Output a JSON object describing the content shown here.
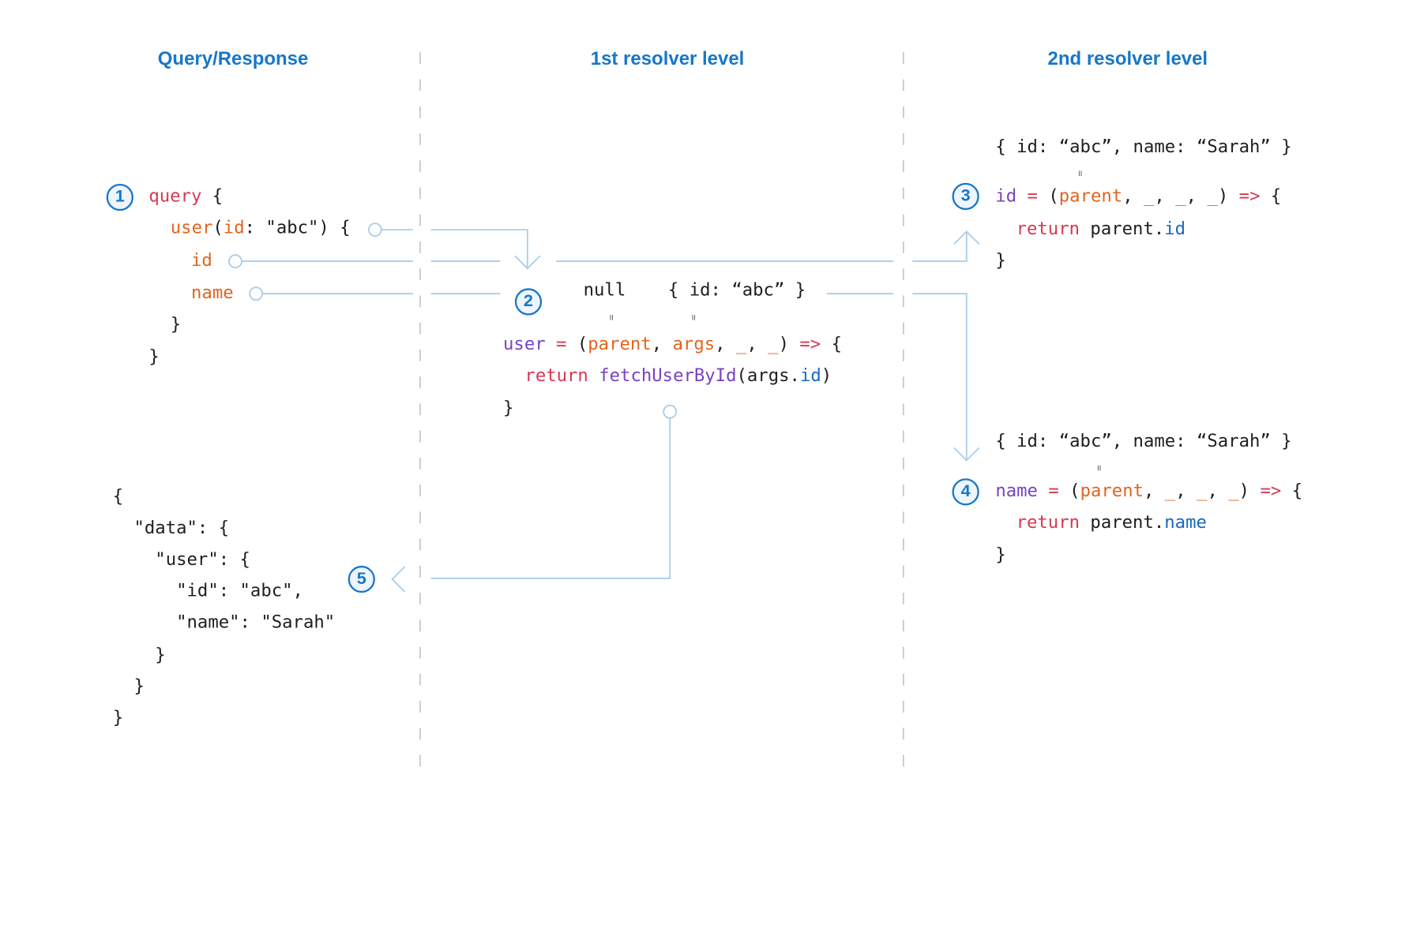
{
  "headings": {
    "col1": "Query/Response",
    "col2": "1st resolver level",
    "col3": "2nd resolver level"
  },
  "steps": [
    "1",
    "2",
    "3",
    "4",
    "5"
  ],
  "query": {
    "query_kw": "query",
    "user_field": "user",
    "arg_name": "id",
    "arg_value": "\"abc\"",
    "id_field": "id",
    "name_field": "name"
  },
  "resolver1": {
    "parent_value": "null",
    "args_value": "{ id: “abc” }",
    "var": "user",
    "p1": "parent",
    "p2": "args",
    "return_kw": "return",
    "fn": "fetchUserById",
    "arg_obj": "args",
    "arg_prop": "id"
  },
  "resolver_id": {
    "parent_value": "{ id: “abc”, name: “Sarah” }",
    "var": "id",
    "p1": "parent",
    "return_kw": "return",
    "obj": "parent",
    "prop": "id"
  },
  "resolver_name": {
    "parent_value": "{ id: “abc”, name: “Sarah” }",
    "var": "name",
    "p1": "parent",
    "return_kw": "return",
    "obj": "parent",
    "prop": "name"
  },
  "response": {
    "line1": "{",
    "line2": "  \"data\": {",
    "line3": "    \"user\": {",
    "line4": "      \"id\": \"abc\",",
    "line5": "      \"name\": \"Sarah\"",
    "line6": "    }",
    "line7": "  }",
    "line8": "}"
  },
  "colors": {
    "accent": "#1677c9",
    "connector": "#a9cdec",
    "keyword": "#d63952",
    "variable": "#7842c4",
    "parameter": "#e0651f",
    "property": "#1868c2"
  }
}
